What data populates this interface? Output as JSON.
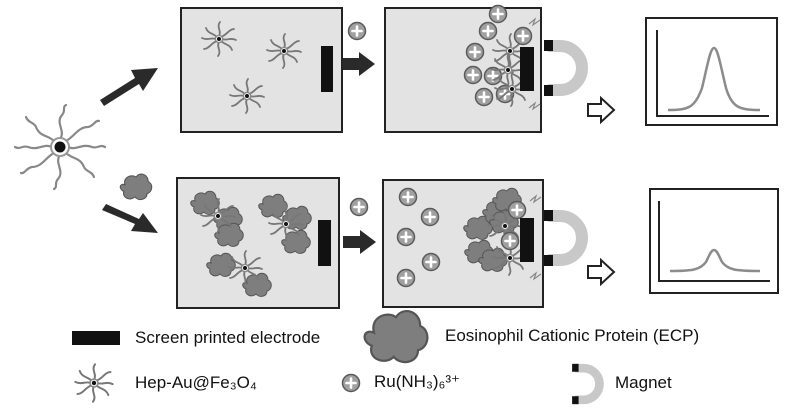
{
  "legend": {
    "electrode_label": "Screen printed electrode",
    "ecp_label": "Eosinophil Cationic Protein (ECP)",
    "nanoparticle_label": "Hep-Au@Fe₃O₄",
    "ruthenium_label": "Ru(NH₃)₆³⁺",
    "magnet_label": "Magnet"
  },
  "colors": {
    "panel_fill": "#e3e3e3",
    "outline": "#222222",
    "electrode": "#111111",
    "protein": "#7a7a7a",
    "ion": "#9a9a9a",
    "magnet_arc": "#c8c8c8",
    "peak_curve": "#8c8c8c"
  },
  "rows": [
    {
      "name": "without-ecp",
      "peak": "high"
    },
    {
      "name": "with-ecp",
      "peak": "low"
    }
  ]
}
